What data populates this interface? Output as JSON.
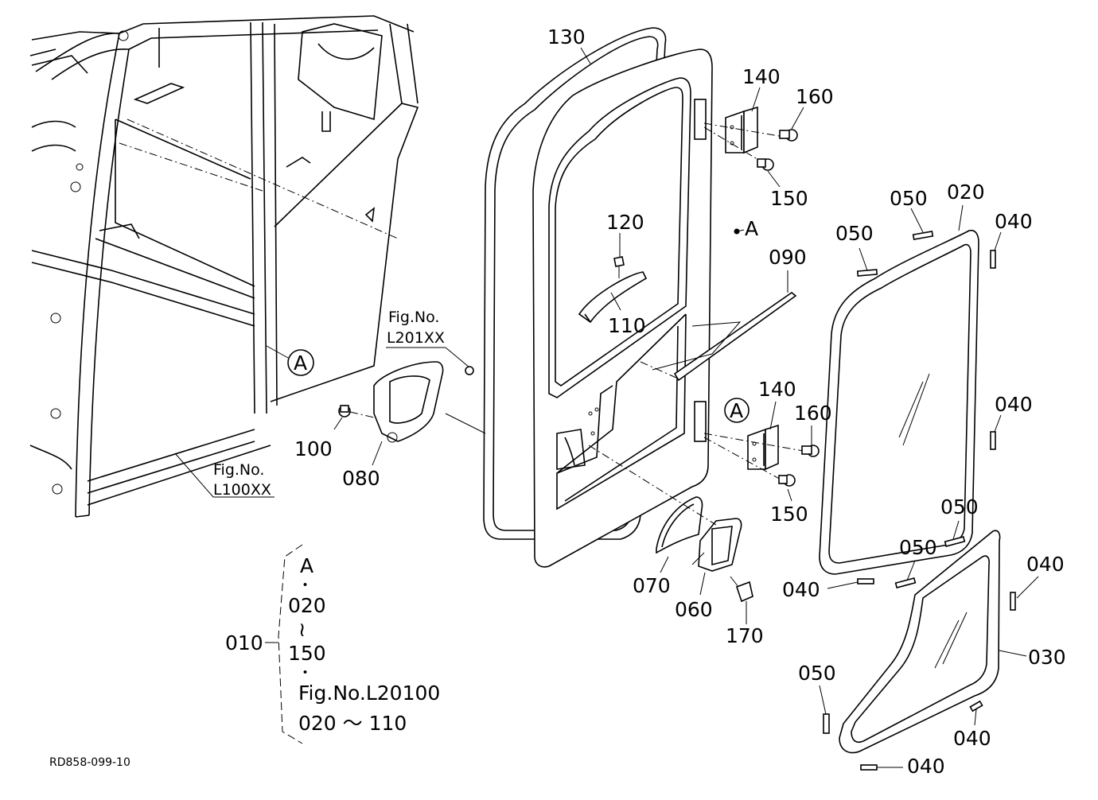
{
  "diagram": {
    "drawing_id": "RD858-099-10",
    "callouts": {
      "c130": "130",
      "c140_top": "140",
      "c160_top": "160",
      "c150_top": "150",
      "c120": "120",
      "c110": "110",
      "c090": "090",
      "c050_a": "050",
      "c050_b": "050",
      "c020": "020",
      "c040_a": "040",
      "c040_b": "040",
      "c140_bot": "140",
      "c160_bot": "160",
      "c150_bot": "150",
      "c100": "100",
      "c080": "080",
      "c070": "070",
      "c060": "060",
      "c170": "170",
      "c040_c": "040",
      "c050_c": "050",
      "c050_d": "050",
      "c040_d": "040",
      "c030": "030",
      "c050_e": "050",
      "c040_e": "040",
      "c040_f": "040"
    },
    "ref_marks": {
      "a_label": "A",
      "a_circle_cab": "A",
      "a_circle_hinge": "A"
    },
    "fig_refs": {
      "fig_l201_line1": "Fig.No.",
      "fig_l201_line2": "L201XX",
      "fig_l100_line1": "Fig.No.",
      "fig_l100_line2": "L100XX"
    },
    "assembly_note": {
      "assembly_no": "010",
      "line1": "A",
      "dot1": "・",
      "line2": "020",
      "tilde": "≀",
      "line3": "150",
      "dot2": "・",
      "line4": "Fig.No.L20100",
      "line5": "020 ～ 110"
    }
  }
}
